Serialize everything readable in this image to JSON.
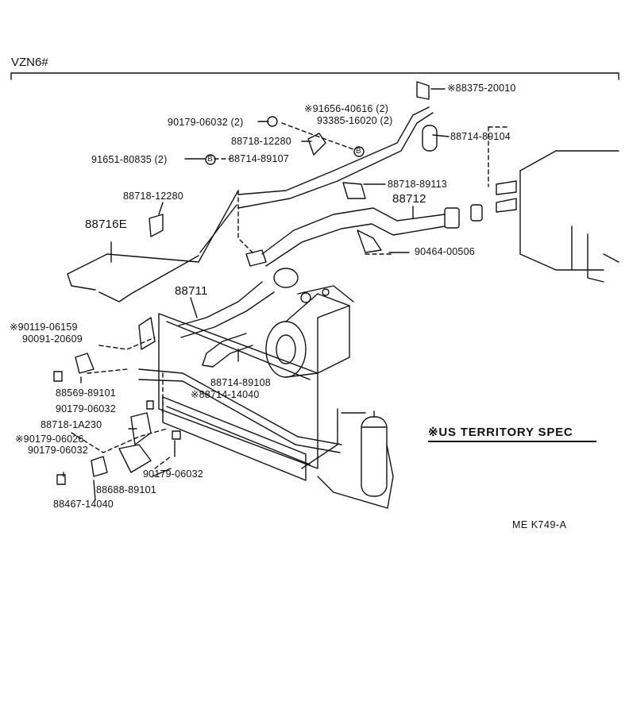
{
  "header": {
    "model": "VZN6#"
  },
  "parts": {
    "p88375": "※88375-20010",
    "p91656": "※91656-40616 (2)",
    "p93385": "93385-16020 (2)",
    "p90179_top": "90179-06032 (2)",
    "p88714_89104": "88714-89104",
    "p88718_12280_a": "88718-12280",
    "p91651": "91651-80835 (2)",
    "p88714_89107": "88714-89107",
    "p88718_89113": "88718-89113",
    "p88718_12280_b": "88718-12280",
    "p88712": "88712",
    "p88716E": "88716E",
    "p90464": "90464-00506",
    "p88711": "88711",
    "p90119": "※90119-06159",
    "p90091": "90091-20609",
    "p88569": "88569-89101",
    "p88714_89108": "88714-89108",
    "p88714_14040": "※88714-14040",
    "p90179_mid": "90179-06032",
    "p88718_1A230": "88718-1A230",
    "p90179_06026": "※90179-06026",
    "p90179_low": "90179-06032",
    "p88688": "88688-89101",
    "p90179_right": "90179-06032",
    "p88467": "88467-14040"
  },
  "legend": {
    "note": "※US TERRITORY SPEC"
  },
  "footer": {
    "code": "ME  K749-A"
  },
  "icons": {
    "circle_b": "B"
  }
}
